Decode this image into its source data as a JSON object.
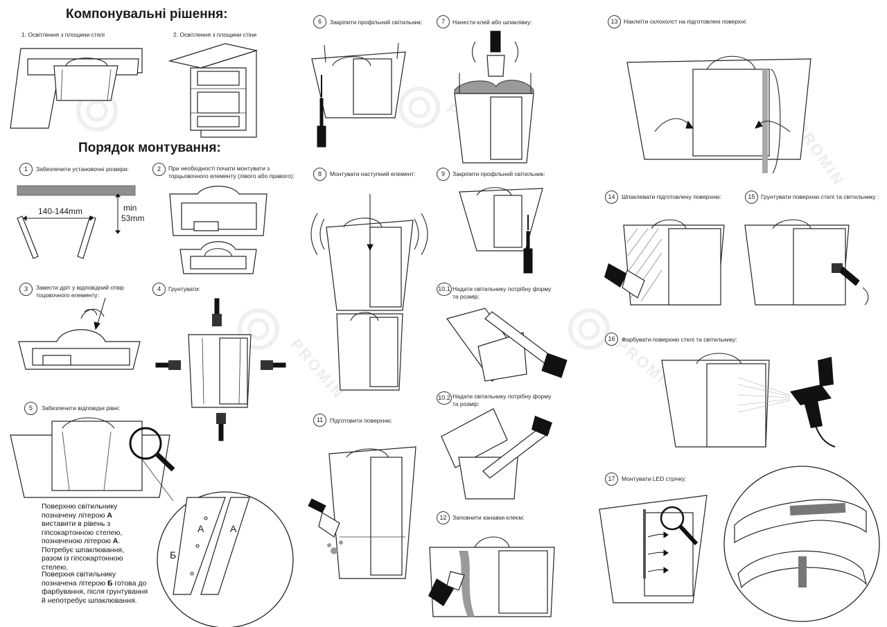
{
  "headings": {
    "layout": "Компонувальні рішення:",
    "mounting": "Порядок монтування:"
  },
  "layouts": [
    {
      "caption": "1. Освітлення з площини стелі"
    },
    {
      "caption": "2. Освітлення з площини стіни"
    }
  ],
  "steps": [
    {
      "num": "1",
      "text": "Забезпечити установочні розміри:"
    },
    {
      "num": "2",
      "text": "При необхідності почати монтувати з торцьовочного елементу (лівого або правого):"
    },
    {
      "num": "3",
      "text": "Завести дріт у відповідний отвір тоцовочного елементу:"
    },
    {
      "num": "4",
      "text": "Грунтувати:"
    },
    {
      "num": "5",
      "text": "Забезпечити відповідні рівні:"
    },
    {
      "num": "6",
      "text": "Закріпити профільний світильник:"
    },
    {
      "num": "7",
      "text": "Нанести клей або шпаклівку:"
    },
    {
      "num": "8",
      "text": "Монтувати наступний елемент:"
    },
    {
      "num": "9",
      "text": "Закріпити профільний світильник:"
    },
    {
      "num": "10.1",
      "text": "Надати світильнику потрібну форму та розмір:"
    },
    {
      "num": "10.2",
      "text": "Надати світильнику потрібну форму та розмір:"
    },
    {
      "num": "11",
      "text": "Підготовити поверхню:"
    },
    {
      "num": "12",
      "text": "Заповнити канавки клеєм:"
    },
    {
      "num": "13",
      "text": "Наклеїти склохолст на підготовлені поверхні:"
    },
    {
      "num": "14",
      "text": "Шпаклевати підготовлену поверхню:"
    },
    {
      "num": "15",
      "text": "Грунтувати поверхню стелі та світильнику :"
    },
    {
      "num": "16",
      "text": "Фарбувати поверхню стелі та світильнику:"
    },
    {
      "num": "17",
      "text": "Монтувати LED стрічку:"
    }
  ],
  "dimensions": {
    "width": "140-144mm",
    "min_label": "min",
    "min_value": "53mm"
  },
  "detail_labels": {
    "a": "А",
    "b": "Б"
  },
  "notes": {
    "note1_pre": "Поверхню світильнику позначену літерою ",
    "note1_letter": "А",
    "note1_mid": " виставити в рівень з гіпсокартонною стелею, позначеною літерою ",
    "note1_letter2": "А",
    "note1_post": ". Потребує шпаклювання, разом із гіпсокартонною стелею.",
    "note2_pre": "Поверхня світильнику позначена літерою ",
    "note2_letter": "Б",
    "note2_post": " готова до фарбування, після грунтування й непотребує шпаклювання."
  },
  "watermark": "PROMIN",
  "colors": {
    "line": "#222222",
    "gray": "#9a9a9a",
    "watermark": "#bbbbbb"
  }
}
